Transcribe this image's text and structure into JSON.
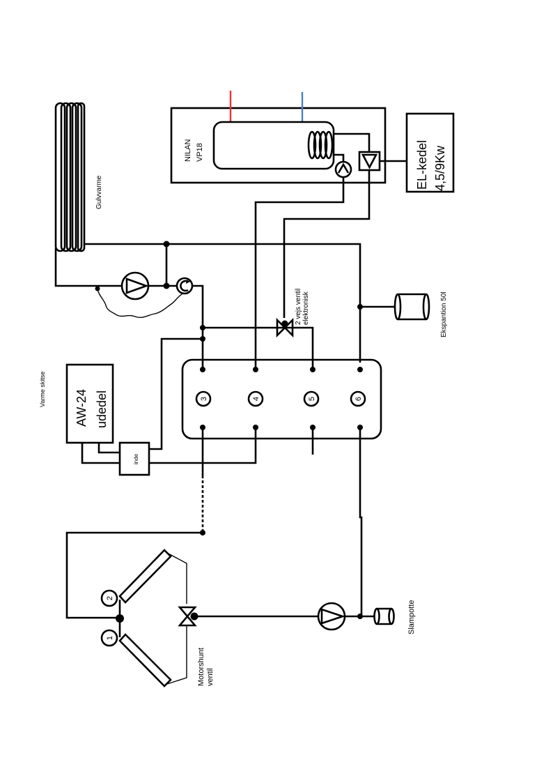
{
  "title": "Varme skitse",
  "components": {
    "floor_heating": "Gulvvarme",
    "heat_pump": {
      "line1": "NILAN",
      "line2": "VP18"
    },
    "el_boiler": {
      "line1": "EL-kedel",
      "line2": "4,5/9Kw"
    },
    "outdoor_unit": {
      "line1": "AW-24",
      "line2": "udedel"
    },
    "indoor_unit": "inde",
    "two_way_valve": {
      "line1": "2 vejs ventil",
      "line2": "elektronisk"
    },
    "expansion_tank": "Ekspantion 50l",
    "dirt_pot": "Slampotte",
    "motor_shunt": {
      "line1": "Motorshunt",
      "line2": "ventil"
    }
  },
  "tank_ports": [
    "3",
    "4",
    "5",
    "6"
  ],
  "solar_panels": [
    "1",
    "2"
  ],
  "colors": {
    "hot": "#ee2a24",
    "mid": "#9e2a78",
    "cold": "#2a2a78",
    "hot_pipe": "#e8323a",
    "cold_pipe": "#4a7fc0",
    "panel_fill": "#e8955a"
  }
}
